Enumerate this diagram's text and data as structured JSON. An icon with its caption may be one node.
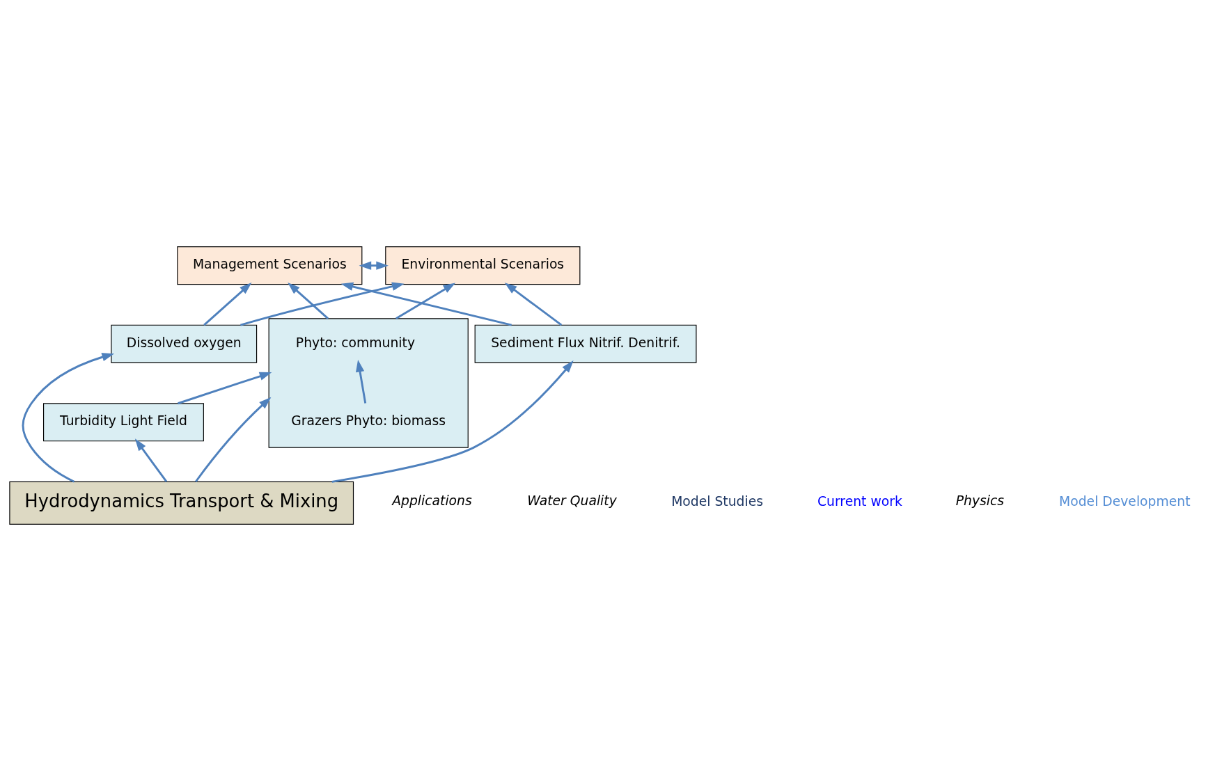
{
  "diagram": {
    "nodes": [
      {
        "text": [
          "Management Scenarios"
        ]
      },
      {
        "text": [
          "Environmental Scenarios"
        ]
      },
      {
        "text": [
          "Turbidity Light Field"
        ]
      },
      {
        "text": [],
        "shape": "box"
      },
      {
        "text": [
          "Phyto: community"
        ],
        "in": 3
      },
      {
        "text": [
          "Grazers Phyto: biomass"
        ],
        "in": 3
      },
      {
        "text": [
          "Dissolved oxygen"
        ]
      },
      {
        "text": [
          "Sediment Flux Nitrif. Denitrif."
        ]
      },
      {
        "text": [
          "Hydrodynamics Transport & Mixing"
        ]
      }
    ],
    "edges": [
      {
        "from": 0,
        "to": 1,
        "arrow": "both"
      },
      {
        "from": 3,
        "to": 0,
        "arrow": "to"
      },
      {
        "from": 3,
        "to": 1,
        "arrow": "to"
      },
      {
        "from": 6,
        "to": 0,
        "arrow": "to"
      },
      {
        "from": 6,
        "to": 1,
        "arrow": "to"
      },
      {
        "from": 7,
        "to": 0,
        "arrow": "to"
      },
      {
        "from": 7,
        "to": 1,
        "arrow": "to"
      },
      {
        "from": 2,
        "to": 3,
        "arrow": "to"
      },
      {
        "from": 5,
        "to": 4,
        "arrow": "to"
      },
      {
        "from": 8,
        "to": 2,
        "arrow": "to"
      },
      {
        "from": 8,
        "to": 3,
        "arrow": "to"
      },
      {
        "from": 8,
        "to": 6,
        "arrow": "to"
      },
      {
        "from": 8,
        "to": 7,
        "arrow": "to"
      }
    ],
    "labels": [
      "Applications",
      "Water Quality",
      "Model Studies",
      "Current work",
      "Physics",
      "Model Development"
    ]
  }
}
